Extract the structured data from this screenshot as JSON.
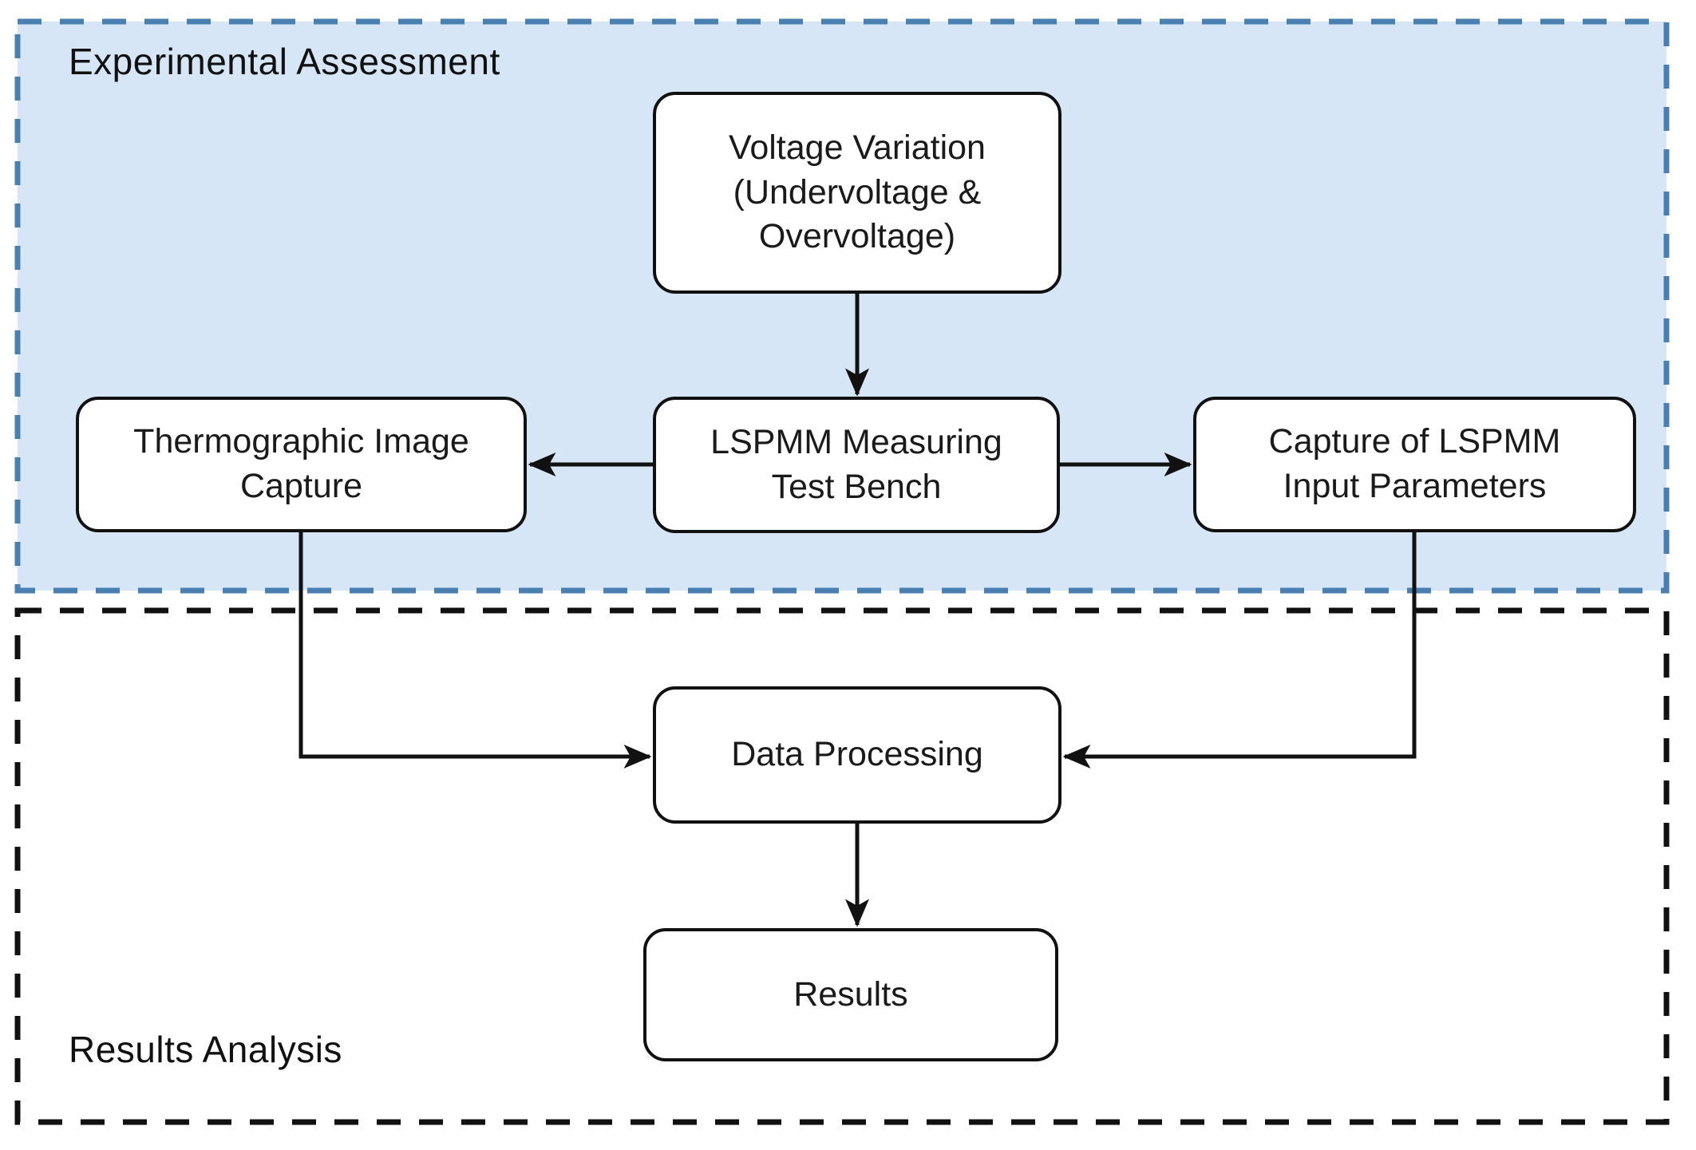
{
  "diagram": {
    "background_color": "#ffffff",
    "regions": [
      {
        "id": "experimental-assessment",
        "label": "Experimental Assessment",
        "fill": "#d6e6f7",
        "border_color": "#4a7fb2",
        "border_style": "dashed"
      },
      {
        "id": "results-analysis",
        "label": "Results Analysis",
        "fill": "#ffffff",
        "border_color": "#111111",
        "border_style": "dashed"
      }
    ],
    "nodes": [
      {
        "id": "voltage-variation",
        "label": "Voltage Variation\n(Undervoltage &\nOvervoltage)",
        "region": "experimental-assessment"
      },
      {
        "id": "lspmm-test-bench",
        "label": "LSPMM Measuring\nTest Bench",
        "region": "experimental-assessment"
      },
      {
        "id": "thermographic-image-capture",
        "label": "Thermographic Image\nCapture",
        "region": "experimental-assessment"
      },
      {
        "id": "capture-lspmm-input-parameters",
        "label": "Capture of LSPMM\nInput Parameters",
        "region": "experimental-assessment"
      },
      {
        "id": "data-processing",
        "label": "Data Processing",
        "region": "results-analysis"
      },
      {
        "id": "results",
        "label": "Results",
        "region": "results-analysis"
      }
    ],
    "edges": [
      {
        "from": "voltage-variation",
        "to": "lspmm-test-bench",
        "type": "arrow"
      },
      {
        "from": "lspmm-test-bench",
        "to": "thermographic-image-capture",
        "type": "arrow"
      },
      {
        "from": "lspmm-test-bench",
        "to": "capture-lspmm-input-parameters",
        "type": "arrow"
      },
      {
        "from": "thermographic-image-capture",
        "to": "data-processing",
        "type": "elbow-arrow"
      },
      {
        "from": "capture-lspmm-input-parameters",
        "to": "data-processing",
        "type": "elbow-arrow"
      },
      {
        "from": "data-processing",
        "to": "results",
        "type": "arrow"
      }
    ],
    "node_style": {
      "fill": "#ffffff",
      "border_color": "#111111",
      "text_color": "#1a1a1a"
    },
    "arrow_color": "#111111"
  }
}
